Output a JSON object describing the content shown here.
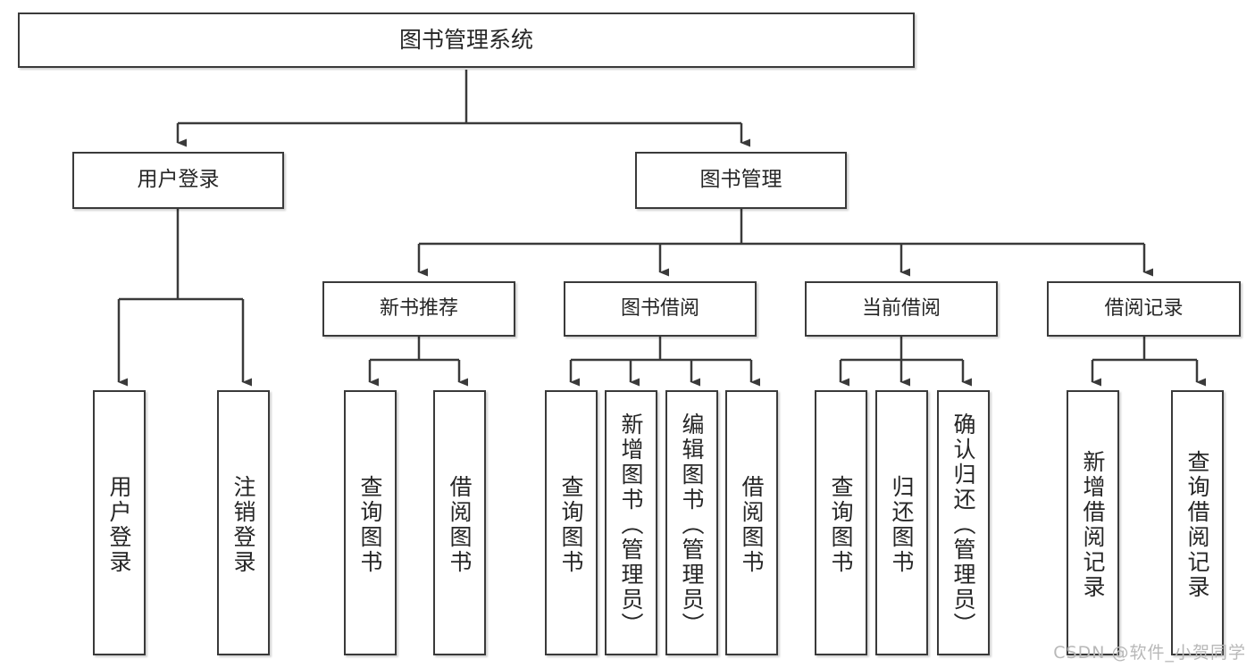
{
  "diagram": {
    "type": "tree",
    "title": "图书管理系统",
    "watermark": "CSDN @软件_小贺同学",
    "nodes": {
      "root": {
        "label": "图书管理系统"
      },
      "user_login": {
        "label": "用户登录"
      },
      "book_manage": {
        "label": "图书管理"
      },
      "new_book_rec": {
        "label": "新书推荐"
      },
      "book_borrow": {
        "label": "图书借阅"
      },
      "current_borrow": {
        "label": "当前借阅"
      },
      "borrow_record": {
        "label": "借阅记录"
      },
      "leaf_user_login": {
        "label": "用户登录"
      },
      "leaf_logout_login": {
        "label": "注销登录"
      },
      "leaf_query_book_1": {
        "label": "查询图书"
      },
      "leaf_borrow_book_1": {
        "label": "借阅图书"
      },
      "leaf_query_book_2": {
        "label": "查询图书"
      },
      "leaf_add_book": {
        "label": "新增图书（管理员）"
      },
      "leaf_edit_book": {
        "label": "编辑图书（管理员）"
      },
      "leaf_borrow_book_2": {
        "label": "借阅图书"
      },
      "leaf_query_book_3": {
        "label": "查询图书"
      },
      "leaf_return_book": {
        "label": "归还图书"
      },
      "leaf_confirm_return": {
        "label": "确认归还（管理员）"
      },
      "leaf_add_record": {
        "label": "新增借阅记录"
      },
      "leaf_query_record": {
        "label": "查询借阅记录"
      }
    },
    "edges": [
      {
        "from": "root",
        "to": "user_login"
      },
      {
        "from": "root",
        "to": "book_manage"
      },
      {
        "from": "user_login",
        "to": "leaf_user_login"
      },
      {
        "from": "user_login",
        "to": "leaf_logout_login"
      },
      {
        "from": "book_manage",
        "to": "new_book_rec"
      },
      {
        "from": "book_manage",
        "to": "book_borrow"
      },
      {
        "from": "book_manage",
        "to": "current_borrow"
      },
      {
        "from": "book_manage",
        "to": "borrow_record"
      },
      {
        "from": "new_book_rec",
        "to": "leaf_query_book_1"
      },
      {
        "from": "new_book_rec",
        "to": "leaf_borrow_book_1"
      },
      {
        "from": "book_borrow",
        "to": "leaf_query_book_2"
      },
      {
        "from": "book_borrow",
        "to": "leaf_add_book"
      },
      {
        "from": "book_borrow",
        "to": "leaf_edit_book"
      },
      {
        "from": "book_borrow",
        "to": "leaf_borrow_book_2"
      },
      {
        "from": "current_borrow",
        "to": "leaf_query_book_3"
      },
      {
        "from": "current_borrow",
        "to": "leaf_return_book"
      },
      {
        "from": "current_borrow",
        "to": "leaf_confirm_return"
      },
      {
        "from": "borrow_record",
        "to": "leaf_add_record"
      },
      {
        "from": "borrow_record",
        "to": "leaf_query_record"
      }
    ],
    "colors": {
      "stroke": "#3a3a3a",
      "box_fill": "#ffffff",
      "text": "#262626",
      "watermark": "#b8b8b8"
    }
  }
}
